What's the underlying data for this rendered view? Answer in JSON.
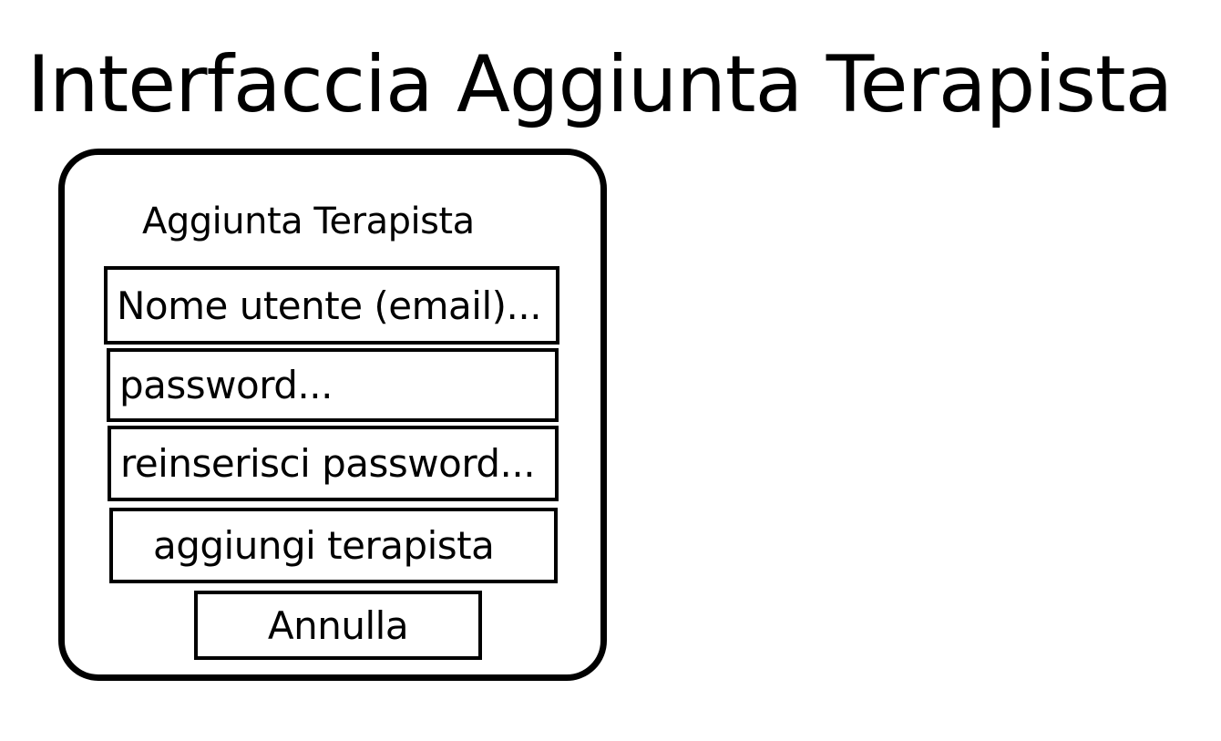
{
  "page": {
    "title": "Interfaccia Aggiunta Terapista"
  },
  "form": {
    "title": "Aggiunta Terapista",
    "username_placeholder": "Nome utente (email)...",
    "password_placeholder": "password...",
    "repeat_password_placeholder": "reinserisci password...",
    "submit_label": "aggiungi terapista",
    "cancel_label": "Annulla"
  }
}
